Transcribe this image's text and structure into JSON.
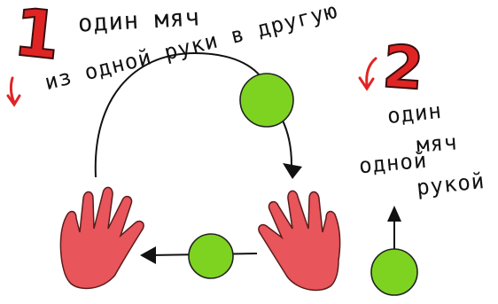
{
  "diagram": {
    "step1": {
      "number": "1",
      "line1": "один мяч",
      "line2": "из одной руки в другую",
      "color": "#e02424"
    },
    "step2": {
      "number": "2",
      "line1": "один",
      "line2": "мяч",
      "line3": "одной",
      "line4": "рукой",
      "color": "#e02424"
    },
    "ball_color": "#7ed321",
    "hand_color": "#e8555a"
  }
}
